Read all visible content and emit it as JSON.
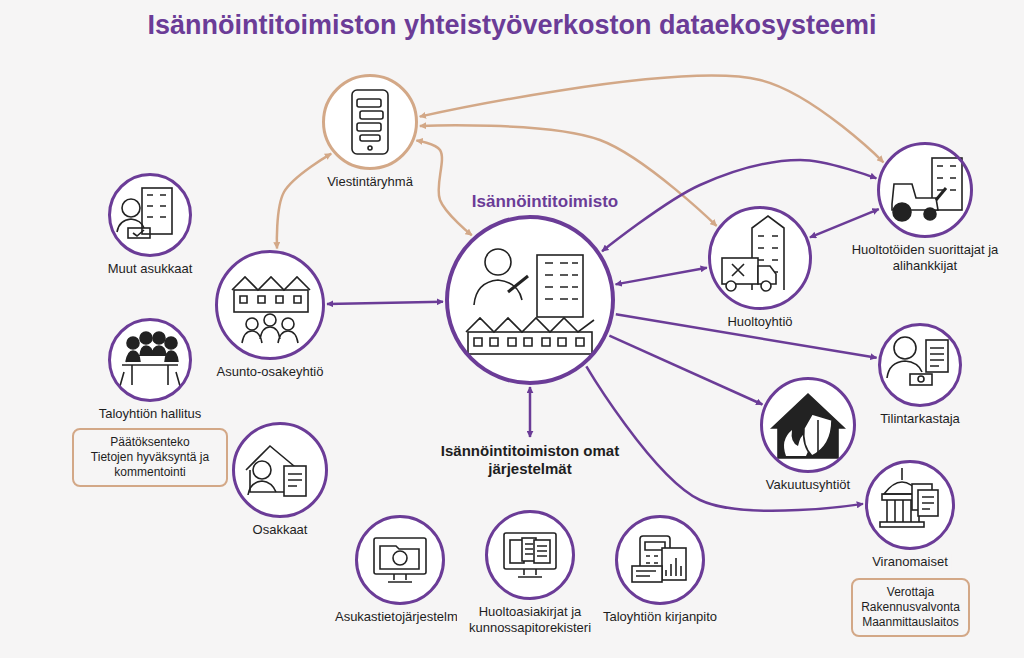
{
  "diagram": {
    "title": "Isännöintitoimiston yhteistyöverkoston dataekosysteemi",
    "nodes": [
      {
        "text": [
          "Viestintäryhmä"
        ]
      },
      {
        "text": [
          "Isännöintitoimisto"
        ]
      },
      {
        "text": [
          "Muut asukkaat"
        ]
      },
      {
        "text": [
          "Asunto-osakeyhtiö"
        ]
      },
      {
        "text": [
          "Taloyhtiön hallitus"
        ]
      },
      {
        "text": [
          "Päätöksenteko",
          "Tietojen hyväksyntä ja kommentointi"
        ]
      },
      {
        "text": [
          "Osakkaat"
        ]
      },
      {
        "text": [
          "Huoltoyhtiö"
        ]
      },
      {
        "text": [
          "Huoltotöiden suorittajat ja alihankkijat"
        ]
      },
      {
        "text": [
          "Tilintarkastaja"
        ]
      },
      {
        "text": [
          "Vakuutusyhtiöt"
        ]
      },
      {
        "text": [
          "Viranomaiset"
        ]
      },
      {
        "text": [
          "Verottaja",
          "Rakennusvalvonta",
          "Maanmittauslaitos"
        ]
      },
      {
        "text": [
          "Isännöintitoimiston omat järjestelmät"
        ]
      },
      {
        "text": [
          "Asukastietojärjestelmä"
        ]
      },
      {
        "text": [
          "Huoltoasiakirjat ja kunnossapitorekisteri"
        ]
      },
      {
        "text": [
          "Taloyhtiön kirjanpito"
        ]
      }
    ],
    "edges": [
      {
        "from": 0,
        "to": 3,
        "arrow": "both"
      },
      {
        "from": 0,
        "to": 1,
        "arrow": "both"
      },
      {
        "from": 0,
        "to": 7,
        "arrow": "both"
      },
      {
        "from": 0,
        "to": 8,
        "arrow": "both"
      },
      {
        "from": 8,
        "to": 1,
        "arrow": "both"
      },
      {
        "from": 7,
        "to": 8,
        "arrow": "both"
      },
      {
        "from": 1,
        "to": 7,
        "arrow": "both"
      },
      {
        "from": 1,
        "to": 3,
        "arrow": "both"
      },
      {
        "from": 1,
        "to": 13,
        "arrow": "both"
      },
      {
        "from": 1,
        "to": 9,
        "arrow": "to"
      },
      {
        "from": 1,
        "to": 10,
        "arrow": "to"
      },
      {
        "from": 1,
        "to": 11,
        "arrow": "to"
      }
    ]
  }
}
